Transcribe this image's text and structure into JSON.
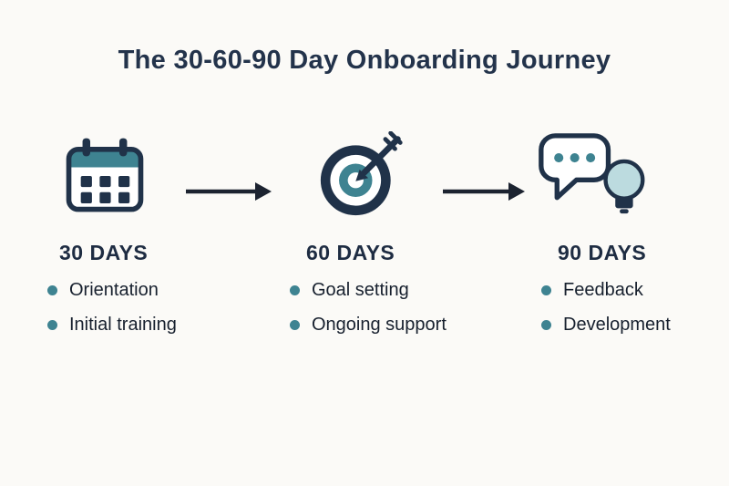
{
  "title": "The 30-60-90 Day Onboarding Journey",
  "colors": {
    "navy": "#203249",
    "teal": "#3e8391",
    "bulb_fill": "#bcdbdf",
    "background": "#fbfaf7",
    "arrow": "#1c2330"
  },
  "stages": [
    {
      "label": "30 DAYS",
      "icon": "calendar-icon",
      "items": [
        "Orientation",
        "Initial training"
      ]
    },
    {
      "label": "60 DAYS",
      "icon": "target-icon",
      "items": [
        "Goal setting",
        "Ongoing support"
      ]
    },
    {
      "label": "90 DAYS",
      "icon": "chat-lightbulb-icon",
      "items": [
        "Feedback",
        "Development"
      ]
    }
  ]
}
